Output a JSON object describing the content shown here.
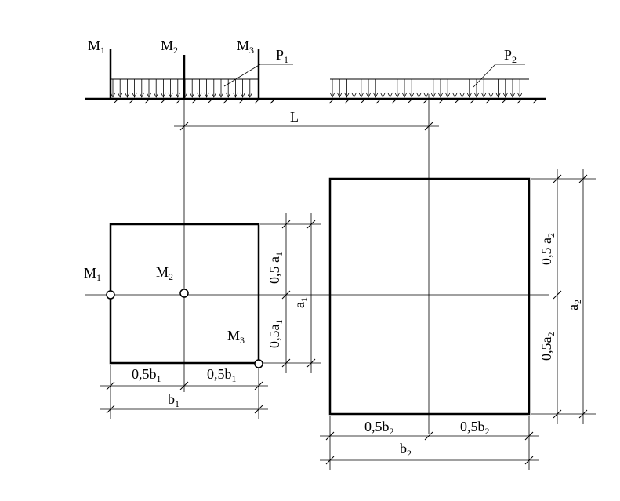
{
  "colors": {
    "line": "#000000",
    "background": "#ffffff"
  },
  "section": {
    "moments": [
      {
        "main": "M",
        "sub": "1"
      },
      {
        "main": "M",
        "sub": "2"
      },
      {
        "main": "M",
        "sub": "3"
      }
    ],
    "loads": [
      {
        "main": "P",
        "sub": "1"
      },
      {
        "main": "P",
        "sub": "2"
      }
    ],
    "distance": "L"
  },
  "plan1": {
    "points": [
      {
        "main": "M",
        "sub": "1"
      },
      {
        "main": "M",
        "sub": "2"
      },
      {
        "main": "M",
        "sub": "3"
      }
    ],
    "dim_half_b": [
      {
        "main": "0,5b",
        "sub": "1"
      },
      {
        "main": "0,5b",
        "sub": "1"
      }
    ],
    "dim_b": {
      "main": "b",
      "sub": "1"
    },
    "dim_half_a": [
      {
        "main": "0,5 a",
        "sub": "1"
      },
      {
        "main": "0,5a",
        "sub": "1"
      }
    ],
    "dim_a": {
      "main": "a",
      "sub": "1"
    }
  },
  "plan2": {
    "dim_half_b": [
      {
        "main": "0,5b",
        "sub": "2"
      },
      {
        "main": "0,5b",
        "sub": "2"
      }
    ],
    "dim_b": {
      "main": "b",
      "sub": "2"
    },
    "dim_half_a": [
      {
        "main": "0,5 a",
        "sub": "2"
      },
      {
        "main": "0,5a",
        "sub": "2"
      }
    ],
    "dim_a": {
      "main": "a",
      "sub": "2"
    }
  }
}
